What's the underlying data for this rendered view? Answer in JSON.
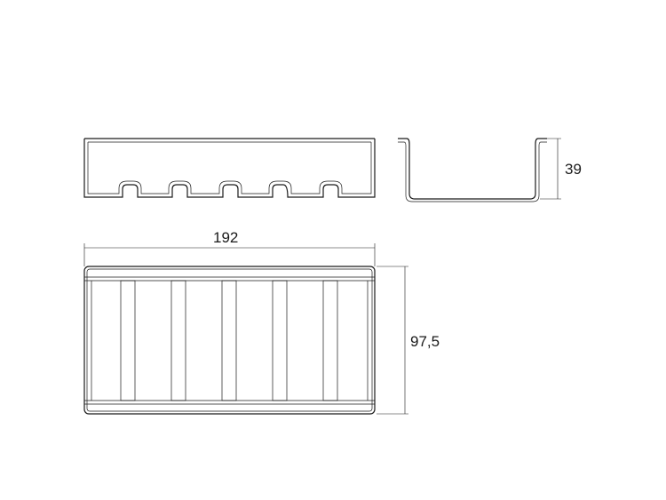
{
  "dimensions": {
    "height": "39",
    "length": "192",
    "depth": "97,5"
  },
  "views": {
    "front": {
      "slot_count": 5
    },
    "top": {
      "compartment_count": 5
    }
  },
  "colors": {
    "line": "#1a1a1a",
    "background": "#ffffff"
  }
}
